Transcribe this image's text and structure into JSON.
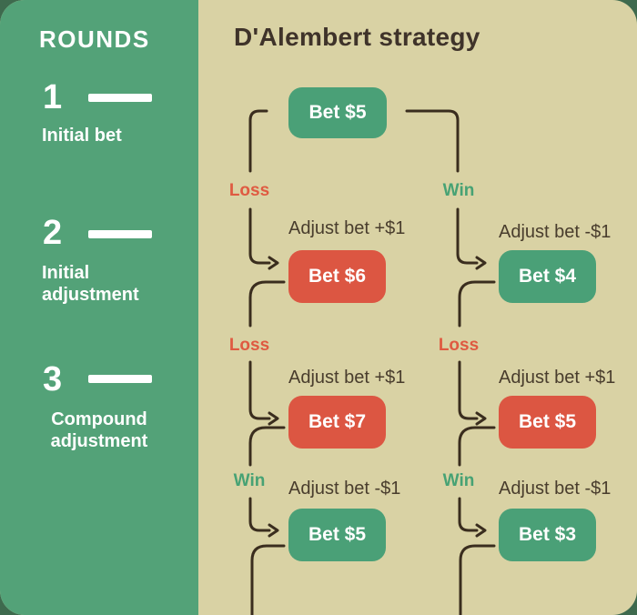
{
  "header": {
    "title": "D'Alembert strategy"
  },
  "sidebar": {
    "title": "ROUNDS",
    "rounds": [
      {
        "number": "1",
        "label": "Initial bet"
      },
      {
        "number": "2",
        "label": "Initial adjustment"
      },
      {
        "number": "3",
        "label": "Compound adjustment"
      }
    ]
  },
  "flow": {
    "root": {
      "bet": "Bet $5",
      "color": "green"
    },
    "left": [
      {
        "outcome": "Loss",
        "outcome_color": "red",
        "adjust": "Adjust bet +$1",
        "bet": "Bet $6",
        "color": "red"
      },
      {
        "outcome": "Loss",
        "outcome_color": "red",
        "adjust": "Adjust bet +$1",
        "bet": "Bet $7",
        "color": "red"
      },
      {
        "outcome": "Win",
        "outcome_color": "green",
        "adjust": "Adjust bet -$1",
        "bet": "Bet $5",
        "color": "green"
      }
    ],
    "right": [
      {
        "outcome": "Win",
        "outcome_color": "green",
        "adjust": "Adjust bet -$1",
        "bet": "Bet $4",
        "color": "green"
      },
      {
        "outcome": "Loss",
        "outcome_color": "red",
        "adjust": "Adjust bet +$1",
        "bet": "Bet $5",
        "color": "red"
      },
      {
        "outcome": "Win",
        "outcome_color": "green",
        "adjust": "Adjust bet -$1",
        "bet": "Bet $3",
        "color": "green"
      }
    ]
  },
  "palette": {
    "backdrop": "#3e6a4e",
    "canvas": "#d9d2a4",
    "sidebar_green": "#53a278",
    "node_green": "#4aa077",
    "node_red": "#dc5642",
    "loss_text": "#df5a41",
    "win_text": "#47a274",
    "line": "#3a2d1e",
    "ink": "#3f332a"
  }
}
